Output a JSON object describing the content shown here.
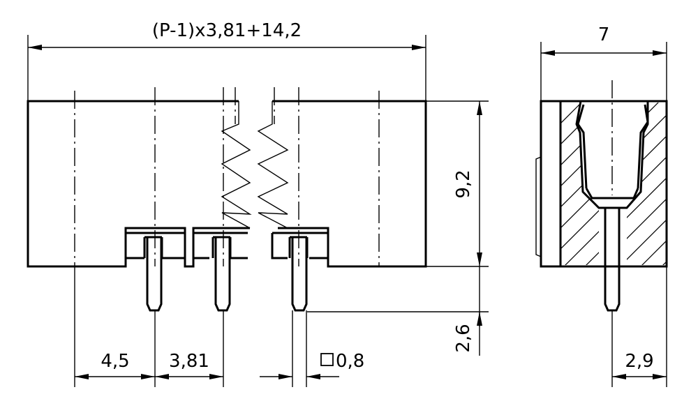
{
  "dimensions": {
    "overall_length": "(P-1)x3,81+14,2",
    "depth": "7",
    "height": "9,2",
    "pin_length": "2,6",
    "edge_to_pin": "4,5",
    "pitch": "3,81",
    "pin_square": "0,8",
    "pin_offset_side": "2,9"
  }
}
